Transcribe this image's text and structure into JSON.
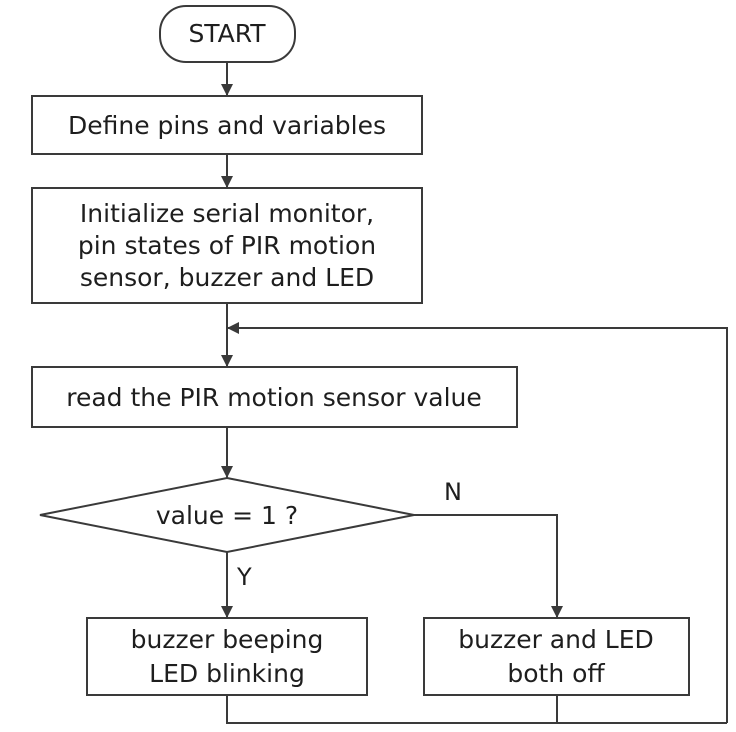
{
  "start": "START",
  "define": "Define pins and variables",
  "init": {
    "line1": "Initialize serial monitor,",
    "line2": "pin states of PIR motion",
    "line3": "sensor, buzzer and LED"
  },
  "read": "read the PIR motion sensor value",
  "decision": "value = 1 ?",
  "branch_yes": "Y",
  "branch_no": "N",
  "yes_action": {
    "line1": "buzzer beeping",
    "line2": "LED blinking"
  },
  "no_action": {
    "line1": "buzzer and LED",
    "line2": "both off"
  },
  "colors": {
    "stroke": "#3a3a3a",
    "text": "#1e1e1e",
    "background": "#ffffff"
  }
}
